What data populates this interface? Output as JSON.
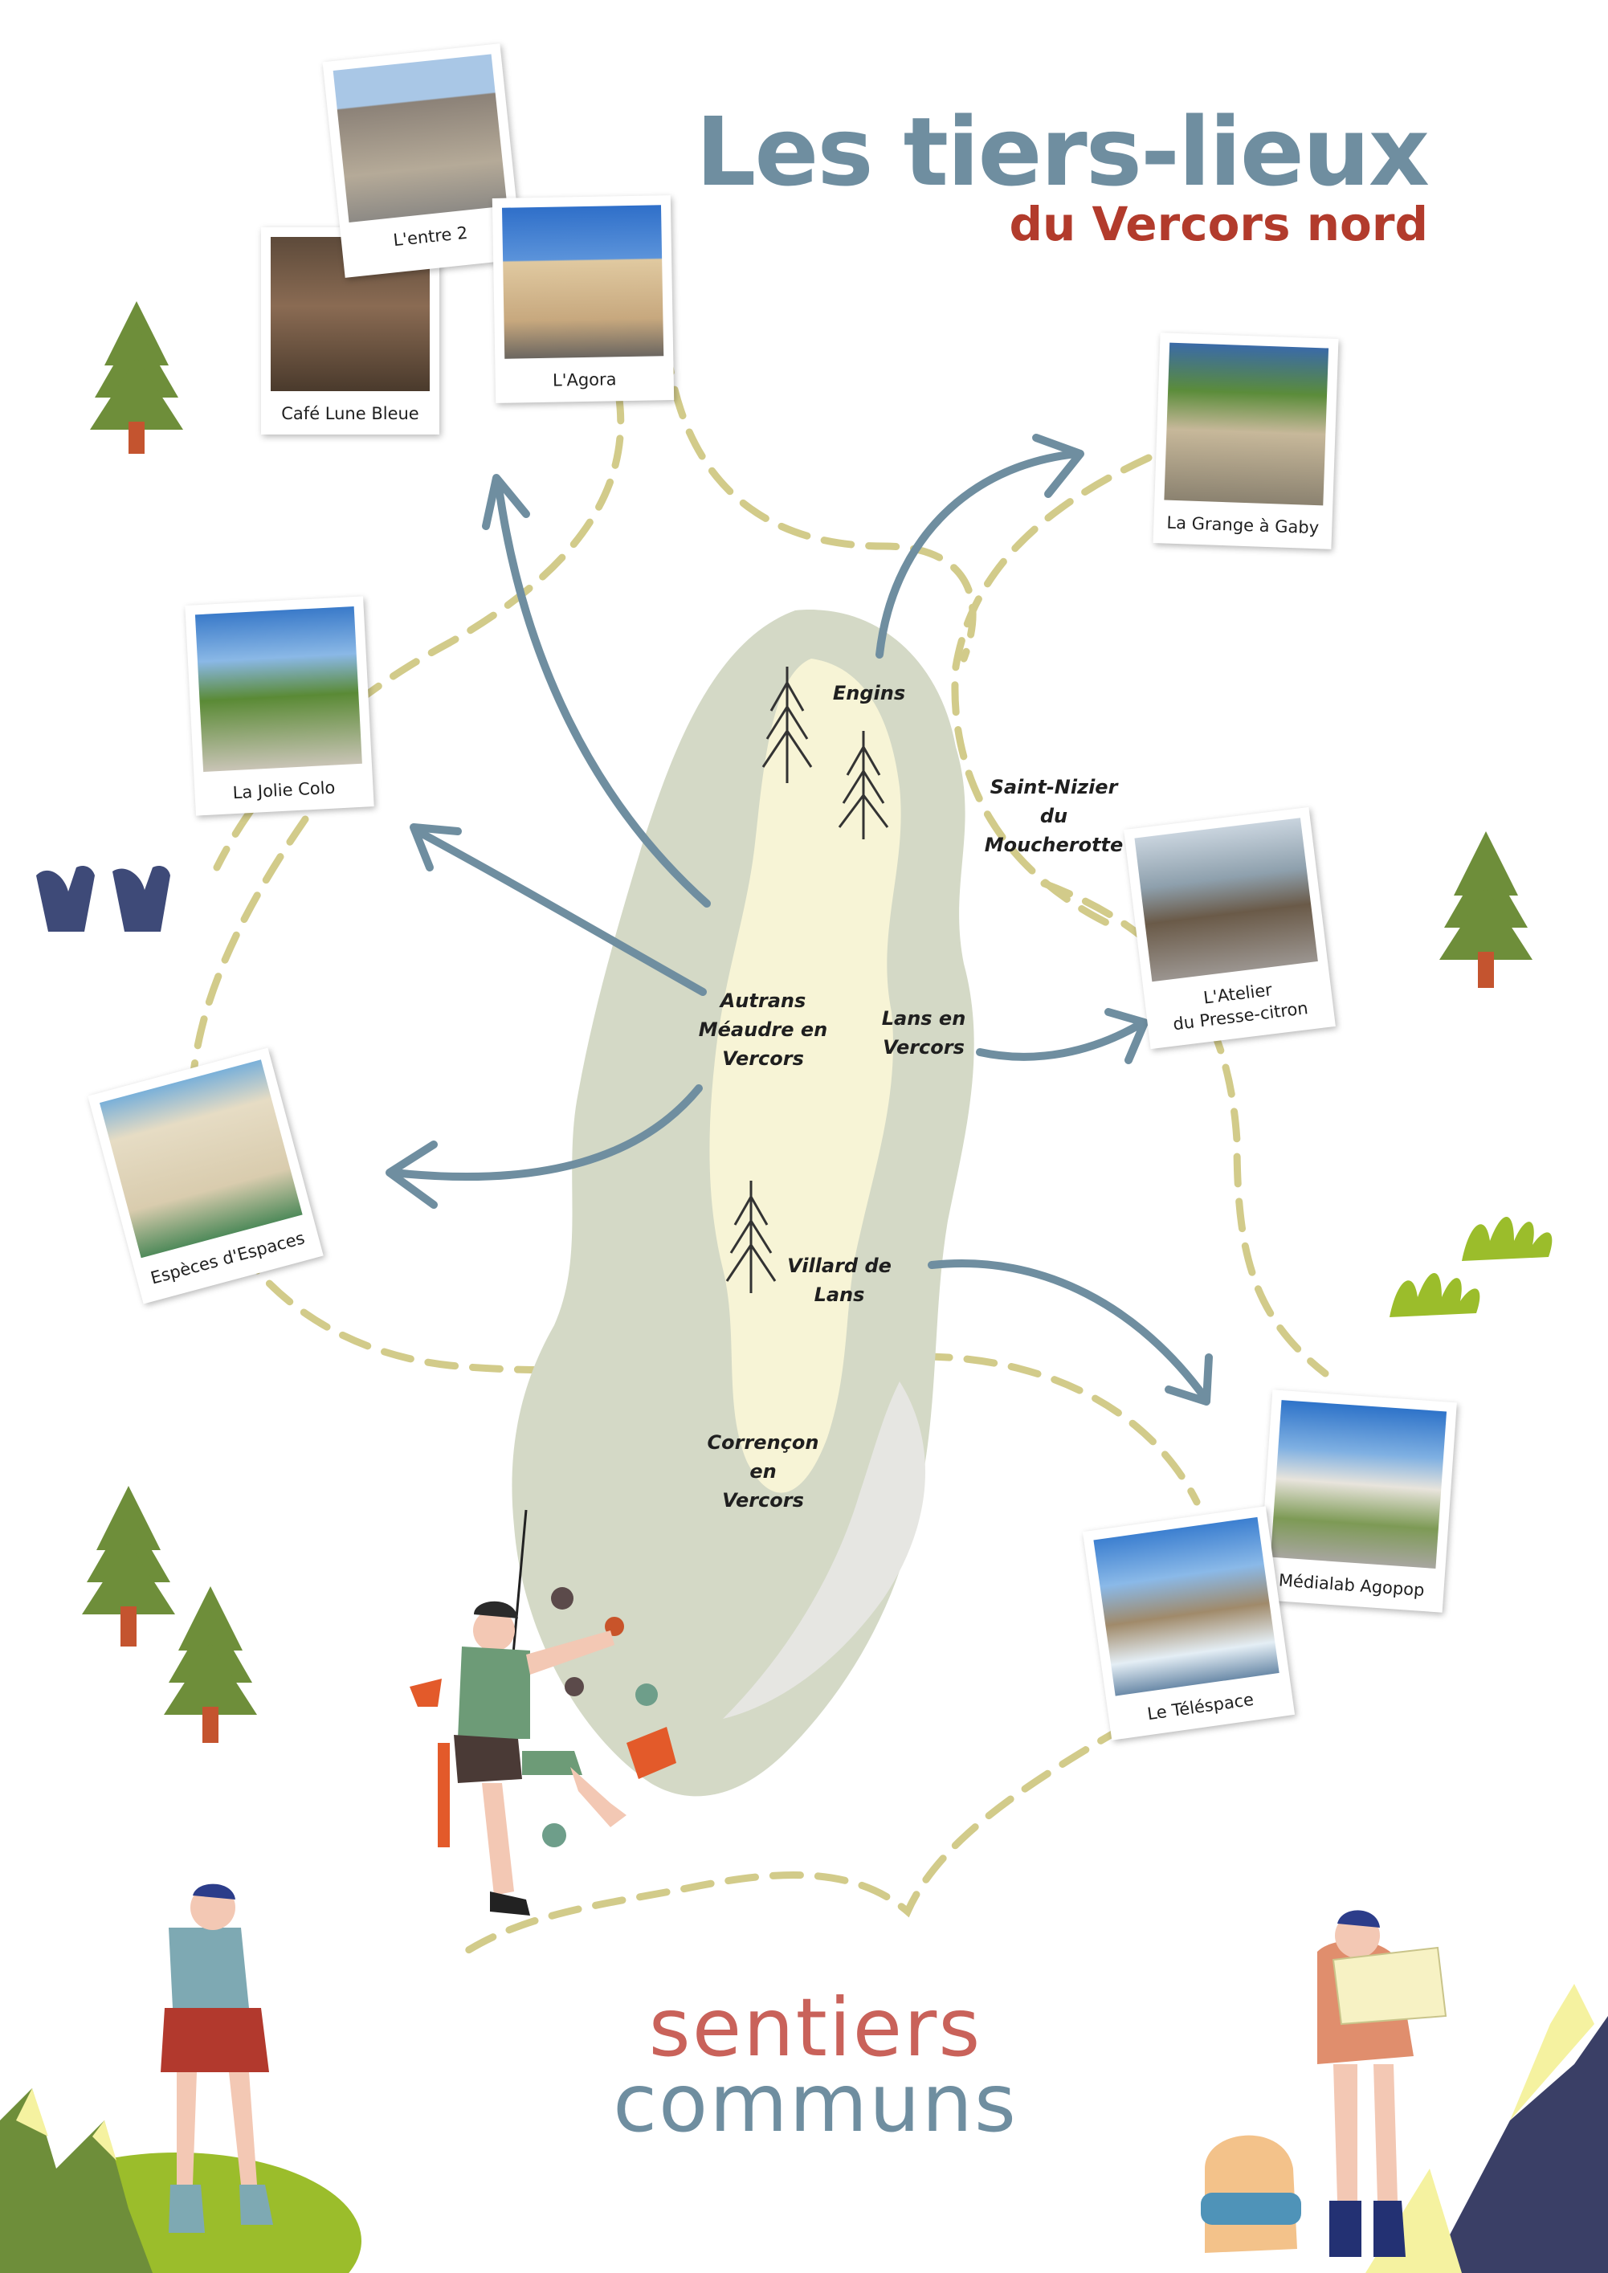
{
  "title": {
    "main": "Les tiers-lieux",
    "sub": "du Vercors nord"
  },
  "towns": [
    {
      "id": "engins",
      "name": "Engins"
    },
    {
      "id": "saint-nizier",
      "name": "Saint-Nizier\ndu\nMoucherotte"
    },
    {
      "id": "autrans",
      "name": "Autrans\nMéaudre en\nVercors"
    },
    {
      "id": "lans",
      "name": "Lans en\nVercors"
    },
    {
      "id": "villard",
      "name": "Villard de\nLans"
    },
    {
      "id": "correncon",
      "name": "Corrençon en\nVercors"
    }
  ],
  "places": [
    {
      "id": "entre-2",
      "name": "L'entre 2"
    },
    {
      "id": "agora",
      "name": "L'Agora"
    },
    {
      "id": "cafe-lune-bleue",
      "name": "Café Lune Bleue"
    },
    {
      "id": "grange-gaby",
      "name": "La Grange à Gaby"
    },
    {
      "id": "jolie-colo",
      "name": "La Jolie Colo"
    },
    {
      "id": "atelier-presse-citron",
      "name": "L'Atelier\ndu Presse-citron"
    },
    {
      "id": "especes-espaces",
      "name": "Espèces d'Espaces"
    },
    {
      "id": "medialab-agopop",
      "name": "Médialab Agopop"
    },
    {
      "id": "telespace",
      "name": "Le Téléspace"
    }
  ],
  "brand": {
    "line1": "sentiers",
    "line2": "communs"
  },
  "colors": {
    "title": "#6f8ea0",
    "subtitle": "#b23b2c",
    "arrow": "#6f8ea0",
    "path": "#d2cb8a",
    "massif": "#d4d9c6",
    "tree": "#6e8e3a",
    "brand_red": "#c9625a",
    "brand_blue": "#6f8ea0"
  }
}
